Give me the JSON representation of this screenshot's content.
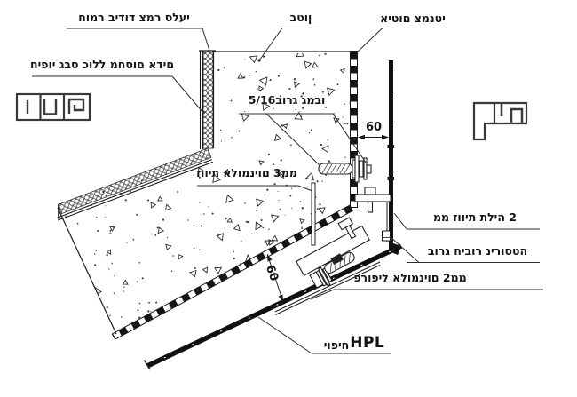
{
  "drawing": {
    "labels": {
      "insulation": "חומר בידוד צמר סלעי",
      "gypsum_cladding": "חיפוי גבס כולל מחסום אדים",
      "concrete": "בטון",
      "cement_sealing": "איטום צמנטי",
      "jumbo_screw": "5/16בורג גמבו",
      "aluminum_angle": "זווית אלומניום 3ממ",
      "hanging_angle": "ממ זווית תליה 2",
      "stainless_screw": "בורג חיבור נירוסטה",
      "aluminum_profile": "פרופיל אלומניום 2ממ",
      "hpl_cladding_he": "חיפוי",
      "hpl_cladding_en": "HPL"
    },
    "dimensions": {
      "wall_gap": "60",
      "slope_gap": "60"
    },
    "stamps": {
      "interior": "פנים",
      "exterior": "חוץ"
    },
    "colors": {
      "line": "#1c1c1c",
      "background": "#ffffff"
    }
  }
}
